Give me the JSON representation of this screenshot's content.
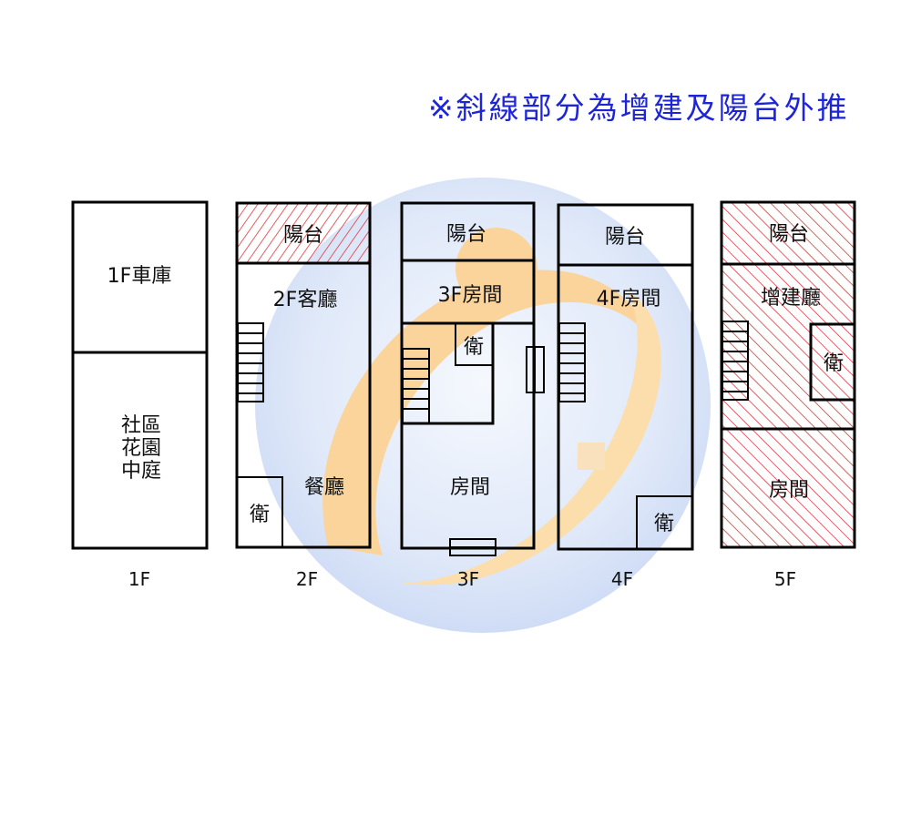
{
  "note": "※斜線部分為增建及陽台外推",
  "floors": {
    "f1": {
      "label": "1F",
      "garage": "1F車庫",
      "garden_l1": "社區",
      "garden_l2": "花園",
      "garden_l3": "中庭"
    },
    "f2": {
      "label": "2F",
      "balcony": "陽台",
      "living": "2F客廳",
      "dining": "餐廳",
      "bath": "衛"
    },
    "f3": {
      "label": "3F",
      "balcony": "陽台",
      "room": "3F房間",
      "bath": "衛",
      "room2": "房間"
    },
    "f4": {
      "label": "4F",
      "balcony": "陽台",
      "room": "4F房間",
      "bath": "衛"
    },
    "f5": {
      "label": "5F",
      "balcony": "陽台",
      "hall": "增建廳",
      "bath": "衛",
      "room": "房間"
    }
  },
  "colors": {
    "hatch": "#e0363c",
    "note": "#1d25d6",
    "watermark_blue": "#8fb0e8",
    "watermark_orange": "#f6b24a"
  },
  "watermark": "logo-watermark"
}
